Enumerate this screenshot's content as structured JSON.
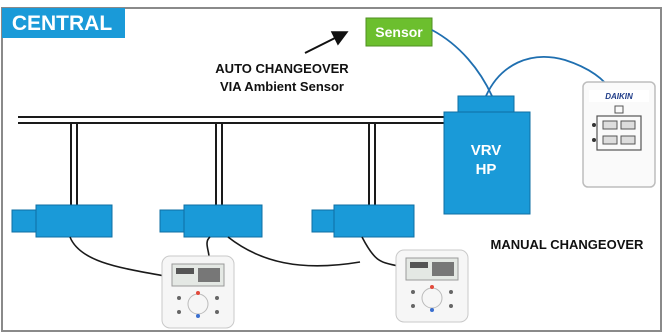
{
  "title_badge": "CENTRAL",
  "sensor_label": "Sensor",
  "auto_changeover": {
    "line1": "AUTO CHANGEOVER",
    "line2": "VIA Ambient Sensor"
  },
  "outdoor_unit": {
    "line1": "VRV",
    "line2": "HP"
  },
  "manual_changeover": "MANUAL CHANGEOVER",
  "thermostat_brand": "DAIKIN",
  "colors": {
    "badge": "#1a9ad8",
    "unit": "#1a9ad8",
    "sensor": "#6cbf2e",
    "cable": "#1f6fb0",
    "frame": "#8a8a8a"
  }
}
